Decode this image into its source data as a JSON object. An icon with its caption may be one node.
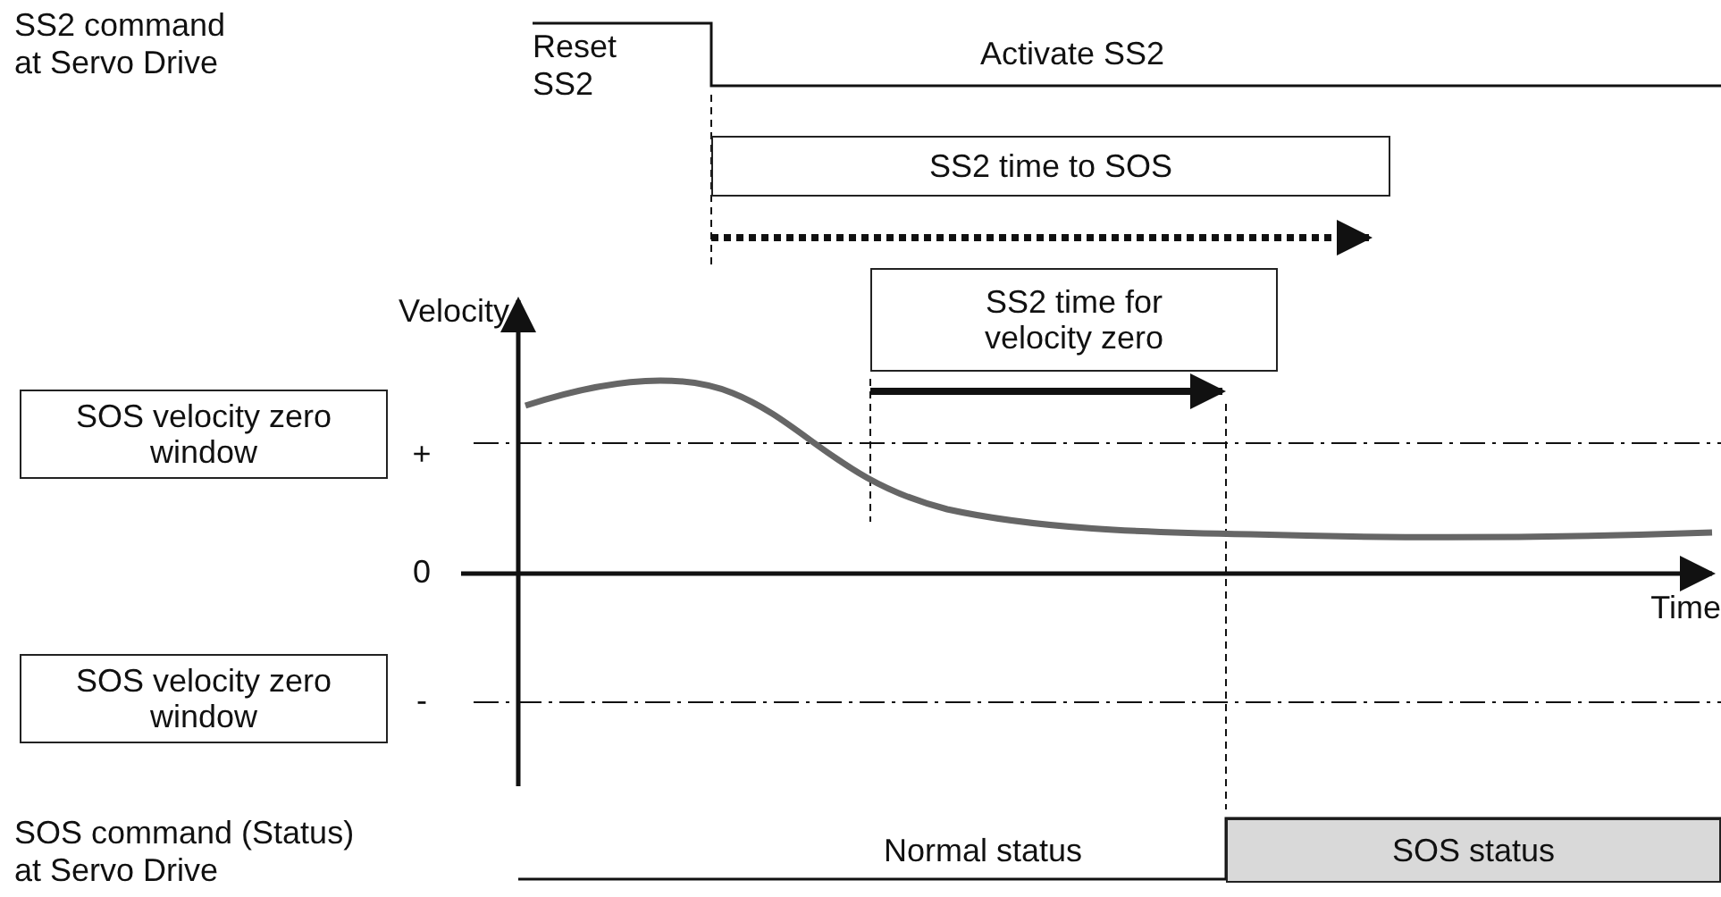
{
  "diagram": {
    "nodes": [
      {
        "text": [
          "SS2 time to SOS"
        ]
      },
      {
        "text": [
          "SS2 time for velocity zero"
        ]
      },
      {
        "text": [
          "SOS velocity zero window"
        ]
      },
      {
        "text": [
          "SOS velocity zero window"
        ]
      },
      {
        "text": [
          "SOS status"
        ]
      }
    ],
    "labels": [
      "SS2 command at Servo Drive",
      "Reset SS2",
      "Activate SS2",
      "Velocity",
      "+",
      "0",
      "Time",
      "-",
      "SOS command (Status) at Servo Drive",
      "Normal status"
    ]
  }
}
